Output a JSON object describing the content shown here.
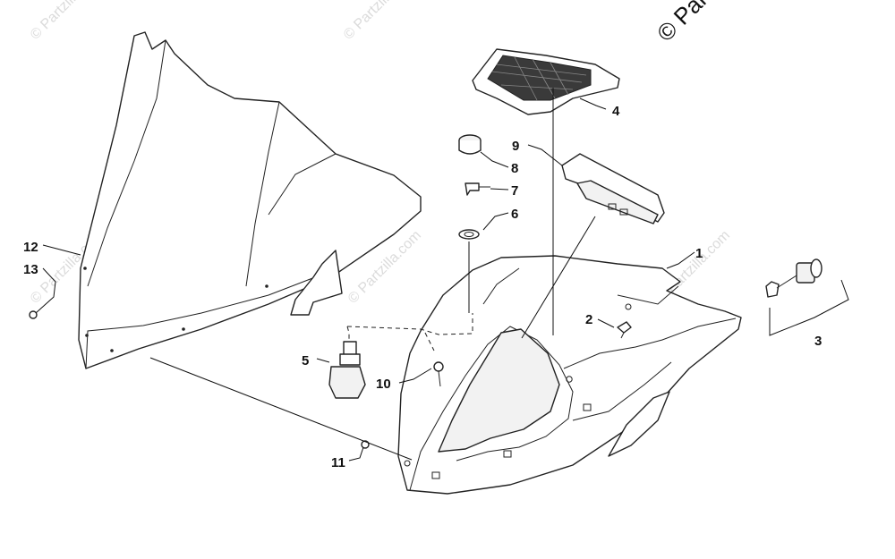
{
  "watermark": {
    "text": "© Partzilla.com",
    "corner_text": "© Par"
  },
  "callouts": [
    {
      "id": "1",
      "label": "1"
    },
    {
      "id": "2",
      "label": "2"
    },
    {
      "id": "3",
      "label": "3"
    },
    {
      "id": "4",
      "label": "4"
    },
    {
      "id": "5",
      "label": "5"
    },
    {
      "id": "6",
      "label": "6"
    },
    {
      "id": "7",
      "label": "7"
    },
    {
      "id": "8",
      "label": "8"
    },
    {
      "id": "9",
      "label": "9"
    },
    {
      "id": "10",
      "label": "10"
    },
    {
      "id": "11",
      "label": "11"
    },
    {
      "id": "12",
      "label": "12"
    },
    {
      "id": "13",
      "label": "13"
    }
  ]
}
